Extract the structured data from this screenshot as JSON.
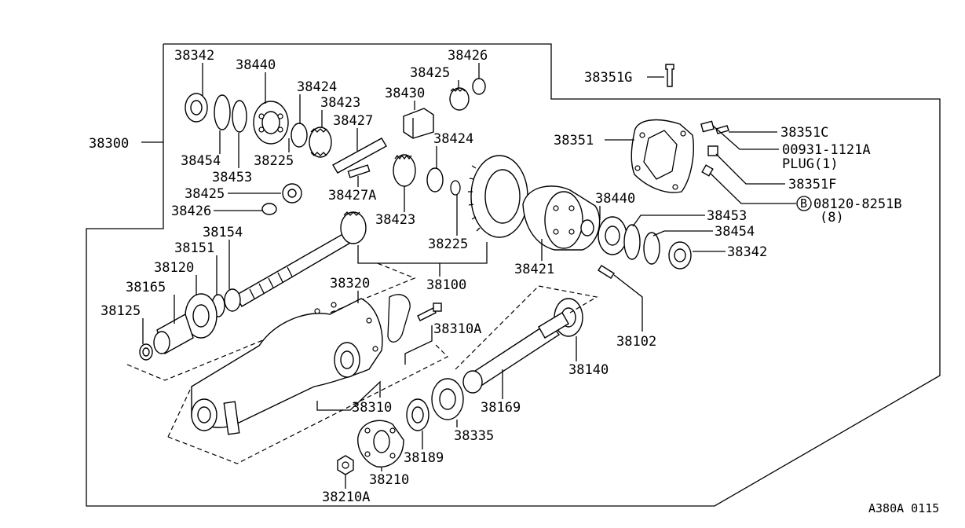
{
  "diagram": {
    "frame_label": "38300",
    "ref_code": "A380A 0115",
    "parts": [
      "38342",
      "38440",
      "38424",
      "38423",
      "38427",
      "38454",
      "38453",
      "38225",
      "38425",
      "38426",
      "38427A",
      "38430",
      "38425b",
      "38426b",
      "38424b",
      "38423b",
      "38225b",
      "38154",
      "38151",
      "38120",
      "38165",
      "38125",
      "38320",
      "38310A",
      "38100",
      "38310",
      "38335",
      "38189",
      "38210",
      "38210A",
      "38169",
      "38140",
      "38102",
      "38421",
      "38351G",
      "38351",
      "38351C",
      "00931-1121A",
      "38351F",
      "08120-8251B",
      "38440b",
      "38453b",
      "38454b",
      "38342b"
    ],
    "labels": {
      "p38342": "38342",
      "p38440": "38440",
      "p38424": "38424",
      "p38423": "38423",
      "p38427": "38427",
      "p38454": "38454",
      "p38453": "38453",
      "p38225": "38225",
      "p38425": "38425",
      "p38426": "38426",
      "p38427A": "38427A",
      "p38430": "38430",
      "p38425b": "38425",
      "p38426b": "38426",
      "p38424b": "38424",
      "p38423b": "38423",
      "p38225b": "38225",
      "p38154": "38154",
      "p38151": "38151",
      "p38120": "38120",
      "p38165": "38165",
      "p38125": "38125",
      "p38320": "38320",
      "p38310A": "38310A",
      "p38100": "38100",
      "p38310": "38310",
      "p38335": "38335",
      "p38189": "38189",
      "p38210": "38210",
      "p38210A": "38210A",
      "p38169": "38169",
      "p38140": "38140",
      "p38102": "38102",
      "p38421": "38421",
      "p38351G": "38351G",
      "p38351": "38351",
      "p38351C": "38351C",
      "p00931": "00931-1121A",
      "plug": "PLUG(1)",
      "p38351F": "38351F",
      "p08120": "08120-8251B",
      "p08120_qty": "(8)",
      "bolt_marker": "B",
      "p38440b": "38440",
      "p38453b": "38453",
      "p38454b": "38454",
      "p38342b": "38342"
    }
  }
}
